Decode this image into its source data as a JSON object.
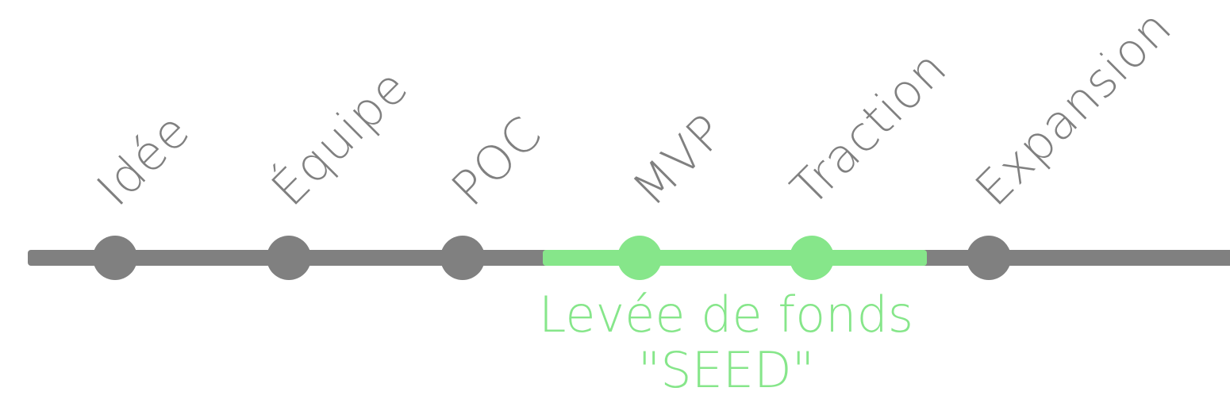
{
  "stages": [
    {
      "label": "Idée",
      "highlighted": false
    },
    {
      "label": "Équipe",
      "highlighted": false
    },
    {
      "label": "POC",
      "highlighted": false
    },
    {
      "label": "MVP",
      "highlighted": true
    },
    {
      "label": "Traction",
      "highlighted": true
    },
    {
      "label": "Expansion",
      "highlighted": false
    }
  ],
  "funding": {
    "line1": "Levée de fonds",
    "line2": "\"SEED\""
  },
  "colors": {
    "base": "#808080",
    "highlight": "#86e68a"
  }
}
